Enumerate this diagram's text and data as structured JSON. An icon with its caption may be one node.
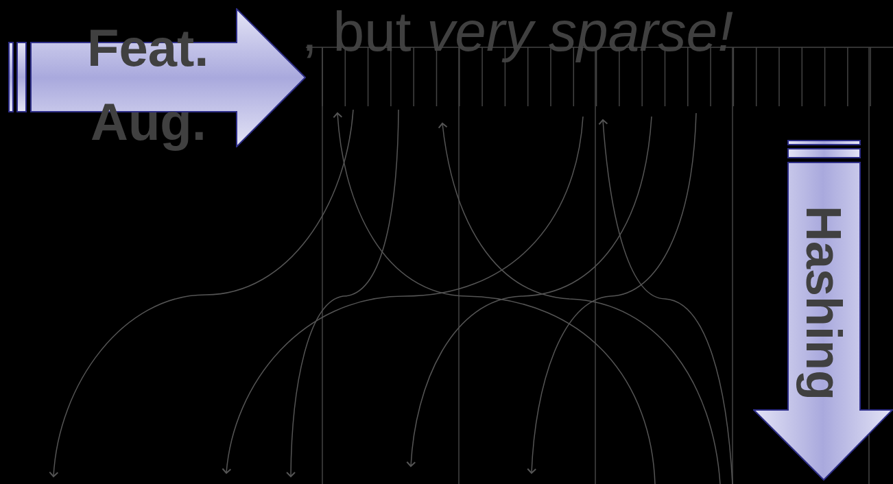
{
  "diagram": {
    "nodes": [
      {
        "text": [
          "Feat.",
          "Aug."
        ]
      },
      {
        "text": [
          "Hashing"
        ]
      }
    ],
    "edges": [],
    "labels": [
      ", but *very sparse!*"
    ]
  }
}
